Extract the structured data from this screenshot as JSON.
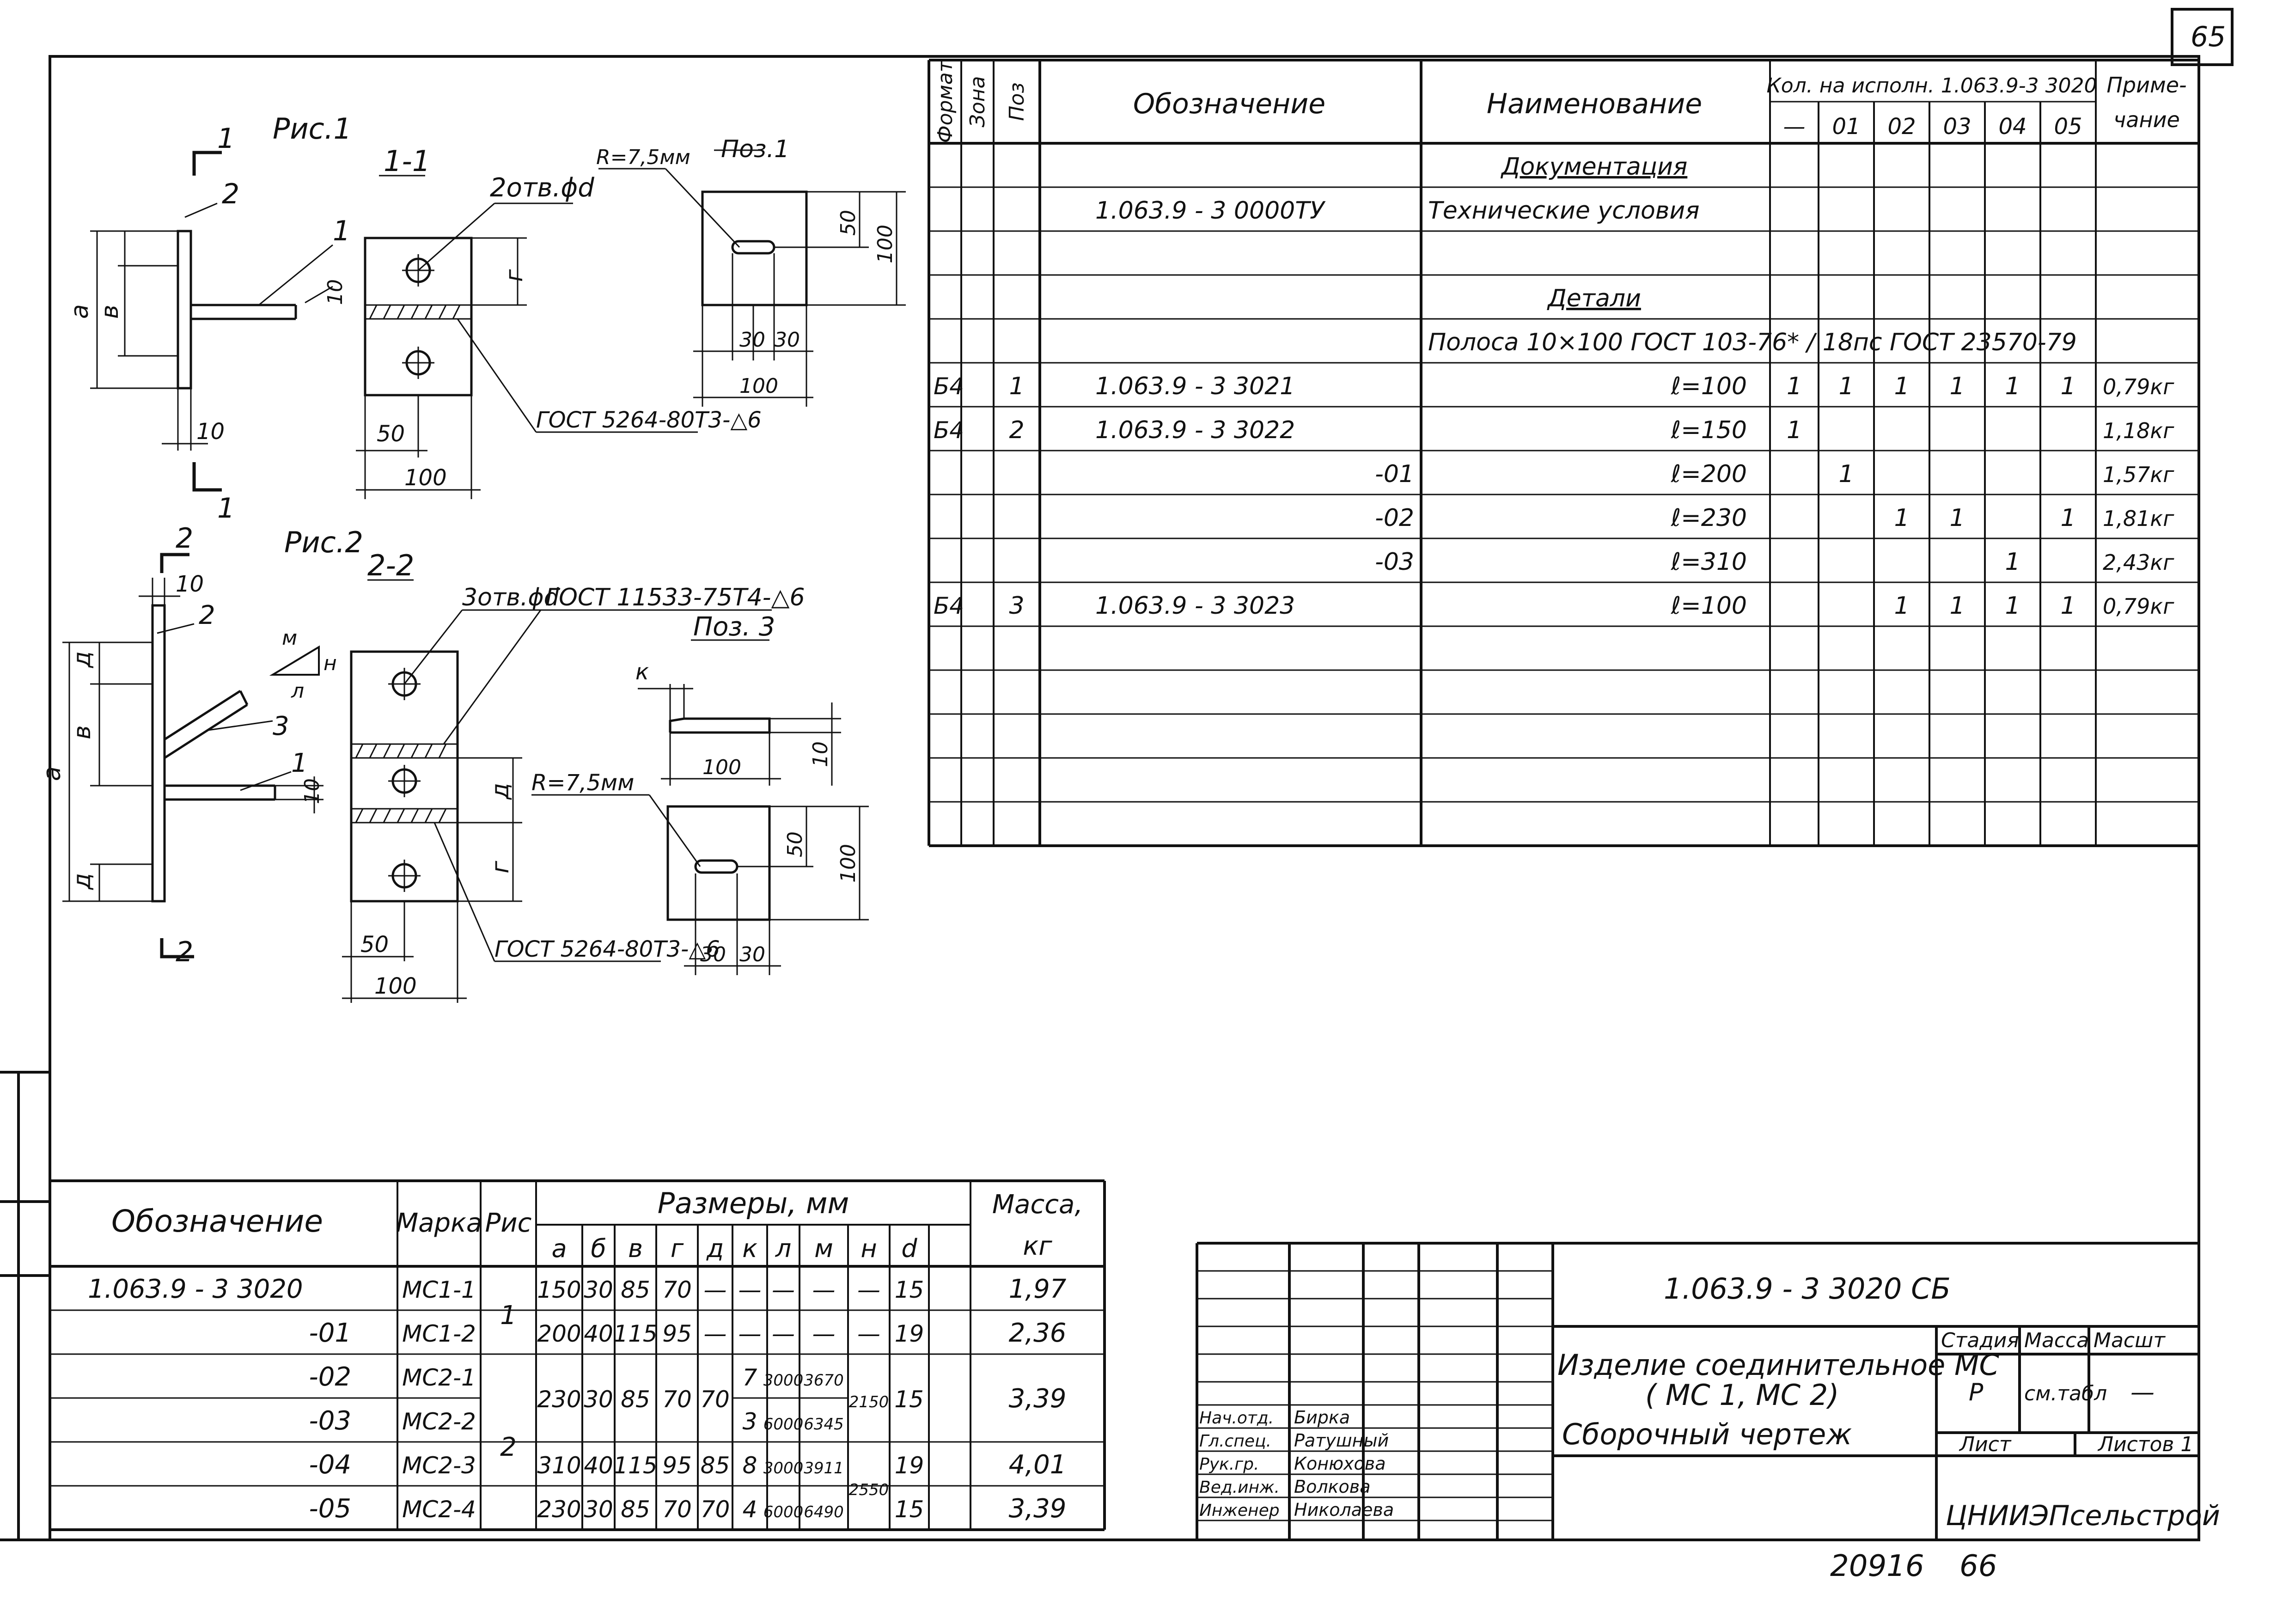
{
  "sheet": {
    "page_number": "65",
    "stamp_number": "20916",
    "stamp_page": "66"
  },
  "figure1": {
    "title": "Рис.1",
    "section_mark": "1",
    "section_title": "1-1",
    "holes_label": "2отв.ϕd",
    "weld_label": "ГОСТ 5264-80Т3-△6",
    "pos_label": "Поз.1",
    "radius_label": "R=7,5мм",
    "dims": {
      "a": "а",
      "b": "в",
      "g": "г",
      "d10": "10",
      "d10b": "10",
      "d50": "50",
      "d100": "100",
      "p50": "50",
      "p100": "100",
      "p30a": "30",
      "p30b": "30",
      "p100w": "100",
      "leader1": "1",
      "leader2": "2"
    }
  },
  "figure2": {
    "title": "Рис.2",
    "section_mark": "2",
    "section_title": "2-2",
    "holes_label": "3отв.ϕd",
    "gost_label": "ГОСТ 11533-75Т4-△6",
    "weld_label": "ГОСТ 5264-80Т3-△6",
    "pos_label": "Поз. 3",
    "radius_label": "R=7,5мм",
    "slope": {
      "m": "м",
      "l": "л",
      "n": "н"
    },
    "dims": {
      "k": "к",
      "d10": "10",
      "d10b": "10",
      "d50": "50",
      "d100": "100",
      "p100": "100",
      "p10": "10",
      "p50": "50",
      "p100h": "100",
      "p30a": "30",
      "p30b": "30",
      "a": "а",
      "b": "в",
      "d": "д",
      "g": "г",
      "o": "д",
      "leader1": "1",
      "leader2": "2",
      "leader3": "3"
    }
  },
  "spec": {
    "headers": {
      "format": "Формат",
      "zone": "Зона",
      "pos": "Поз",
      "designation": "Обозначение",
      "name": "Наименование",
      "qty": "Кол. на исполн. 1.063.9-3 3020",
      "note": "Приме- чание",
      "qty_cols": [
        "—",
        "01",
        "02",
        "03",
        "04",
        "05"
      ]
    },
    "rows": [
      {
        "format": "",
        "pos": "",
        "designation": "",
        "name": "Документация",
        "qty": [
          "",
          "",
          "",
          "",
          "",
          ""
        ],
        "note": "",
        "underline": true
      },
      {
        "format": "",
        "pos": "",
        "designation": "1.063.9 - 3   0000ТУ",
        "name": "Технические условия",
        "qty": [
          "",
          "",
          "",
          "",
          "",
          ""
        ],
        "note": ""
      },
      {
        "format": "",
        "pos": "",
        "designation": "",
        "name": "",
        "qty": [
          "",
          "",
          "",
          "",
          "",
          ""
        ],
        "note": ""
      },
      {
        "format": "",
        "pos": "",
        "designation": "",
        "name": "Детали",
        "qty": [
          "",
          "",
          "",
          "",
          "",
          ""
        ],
        "note": "",
        "underline": true
      },
      {
        "format": "",
        "pos": "",
        "designation": "",
        "name": "Полоса  10×100 ГОСТ 103-76* / 18пс ГОСТ 23570-79",
        "qty": [
          "",
          "",
          "",
          "",
          "",
          ""
        ],
        "note": ""
      },
      {
        "format": "Б4",
        "pos": "1",
        "designation": "1.063.9 - 3  3021",
        "name": "ℓ=100",
        "qty": [
          "1",
          "1",
          "1",
          "1",
          "1",
          "1"
        ],
        "note": "0,79кг"
      },
      {
        "format": "Б4",
        "pos": "2",
        "designation": "1.063.9 - 3  3022",
        "name": "ℓ=150",
        "qty": [
          "1",
          "",
          "",
          "",
          "",
          ""
        ],
        "note": "1,18кг"
      },
      {
        "format": "",
        "pos": "",
        "designation": "-01",
        "name": "ℓ=200",
        "qty": [
          "",
          "1",
          "",
          "",
          "",
          ""
        ],
        "note": "1,57кг"
      },
      {
        "format": "",
        "pos": "",
        "designation": "-02",
        "name": "ℓ=230",
        "qty": [
          "",
          "",
          "1",
          "1",
          "",
          "1"
        ],
        "note": "1,81кг"
      },
      {
        "format": "",
        "pos": "",
        "designation": "-03",
        "name": "ℓ=310",
        "qty": [
          "",
          "",
          "",
          "",
          "1",
          ""
        ],
        "note": "2,43кг"
      },
      {
        "format": "Б4",
        "pos": "3",
        "designation": "1.063.9 - 3  3023",
        "name": "ℓ=100",
        "qty": [
          "",
          "",
          "1",
          "1",
          "1",
          "1"
        ],
        "note": "0,79кг"
      },
      {
        "format": "",
        "pos": "",
        "designation": "",
        "name": "",
        "qty": [
          "",
          "",
          "",
          "",
          "",
          ""
        ],
        "note": ""
      },
      {
        "format": "",
        "pos": "",
        "designation": "",
        "name": "",
        "qty": [
          "",
          "",
          "",
          "",
          "",
          ""
        ],
        "note": ""
      },
      {
        "format": "",
        "pos": "",
        "designation": "",
        "name": "",
        "qty": [
          "",
          "",
          "",
          "",
          "",
          ""
        ],
        "note": ""
      },
      {
        "format": "",
        "pos": "",
        "designation": "",
        "name": "",
        "qty": [
          "",
          "",
          "",
          "",
          "",
          ""
        ],
        "note": ""
      },
      {
        "format": "",
        "pos": "",
        "designation": "",
        "name": "",
        "qty": [
          "",
          "",
          "",
          "",
          "",
          ""
        ],
        "note": ""
      }
    ]
  },
  "dims_table": {
    "headers": {
      "designation": "Обозначение",
      "mark": "Марка",
      "fig": "Рис",
      "sizes": "Размеры, мм",
      "mass": "Масса, кг",
      "size_cols": [
        "а",
        "б",
        "в",
        "г",
        "д",
        "к",
        "л",
        "м",
        "н",
        "d"
      ]
    },
    "rows": [
      {
        "designation": "1.063.9 - 3  3020",
        "mark": "МС1-1",
        "sizes": [
          "150",
          "30",
          "85",
          "70",
          "—",
          "—",
          "—",
          "—",
          "—",
          "15"
        ],
        "mass": "1,97"
      },
      {
        "designation": "-01",
        "mark": "МС1-2",
        "sizes": [
          "200",
          "40",
          "115",
          "95",
          "—",
          "—",
          "—",
          "—",
          "—",
          "19"
        ],
        "mass": "2,36"
      },
      {
        "designation": "-02",
        "mark": "МС2-1",
        "sizes": [
          "",
          "",
          "",
          "",
          "",
          "7",
          "3000",
          "3670",
          "",
          ""
        ],
        "mass": ""
      },
      {
        "designation": "-03",
        "mark": "МС2-2",
        "sizes": [
          "",
          "",
          "",
          "",
          "",
          "3",
          "6000",
          "6345",
          "",
          ""
        ],
        "mass": ""
      },
      {
        "designation": "-04",
        "mark": "МС2-3",
        "sizes": [
          "310",
          "40",
          "115",
          "95",
          "85",
          "8",
          "3000",
          "3911",
          "",
          "19"
        ],
        "mass": "4,01"
      },
      {
        "designation": "-05",
        "mark": "МС2-4",
        "sizes": [
          "230",
          "30",
          "85",
          "70",
          "70",
          "4",
          "6000",
          "6490",
          "",
          "15"
        ],
        "mass": "3,39"
      }
    ],
    "merged": {
      "fig1": "1",
      "fig2": "2",
      "a23": "230",
      "b23": "30",
      "v23": "85",
      "g23": "70",
      "d23": "70",
      "n23": "2150",
      "dd23": "15",
      "mass23": "3,39",
      "n45": "2550"
    }
  },
  "title_block": {
    "code": "1.063.9 - 3   3020 СБ",
    "name_line1": "Изделие соединительное МС",
    "name_line2": "( МС 1, МС 2)",
    "name_line3": "Сборочный  чертеж",
    "stage_h": "Стадия",
    "mass_h": "Масса",
    "scale_h": "Масшт",
    "stage": "Р",
    "mass": "см.табл",
    "scale": "—",
    "sheet_h": "Лист",
    "sheets_h": "Листов 1",
    "org": "ЦНИИЭПсельстрой",
    "people": [
      {
        "role": "Нач.отд.",
        "name": "Бирка"
      },
      {
        "role": "Гл.спец.",
        "name": "Ратушный"
      },
      {
        "role": "Рук.гр.",
        "name": "Конюхова"
      },
      {
        "role": "Вед.инж.",
        "name": "Волкова"
      },
      {
        "role": "Инженер",
        "name": "Николаева"
      }
    ]
  }
}
